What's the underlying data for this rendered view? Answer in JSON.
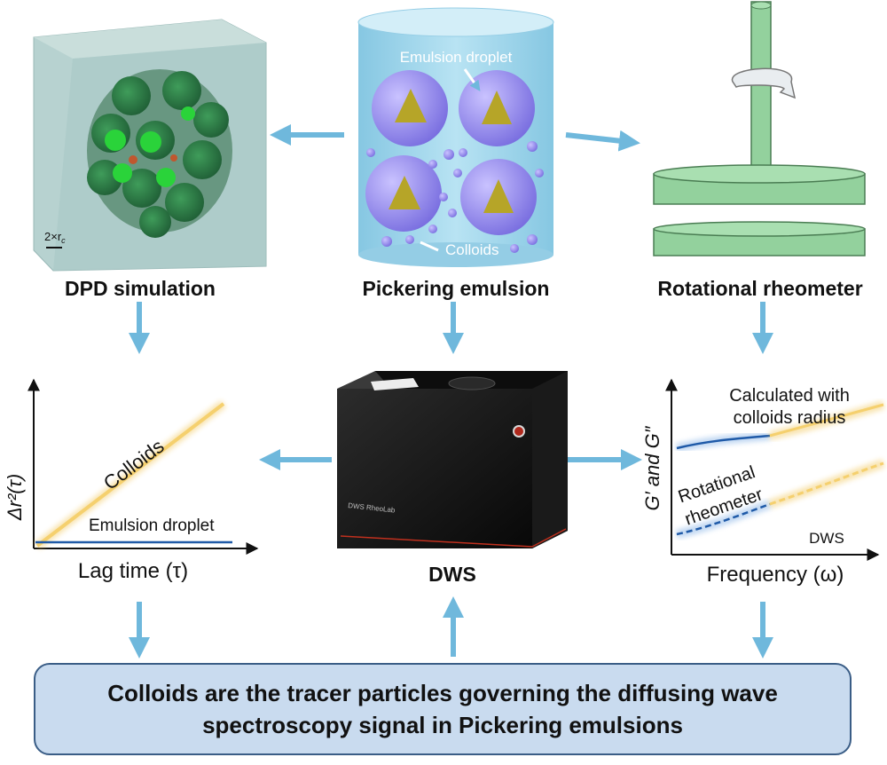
{
  "panels": {
    "dpd": {
      "caption": "DPD simulation",
      "scale_bar": "2×r",
      "scale_sub": "c"
    },
    "emulsion": {
      "caption": "Pickering emulsion",
      "label_droplet": "Emulsion droplet",
      "label_colloids": "Colloids"
    },
    "rheometer": {
      "caption": "Rotational rheometer"
    },
    "msd": {
      "ylabel": "Δr²(τ)",
      "xlabel": "Lag time (τ)",
      "series_colloids": "Colloids",
      "series_droplet": "Emulsion droplet"
    },
    "dws": {
      "caption": "DWS",
      "device_label": "DWS RheoLab"
    },
    "moduli": {
      "ylabel": "G′ and G″",
      "xlabel": "Frequency (ω)",
      "label_calc_1": "Calculated with",
      "label_calc_2": "colloids radius",
      "label_rheo_1": "Rotational",
      "label_rheo_2": "rheometer",
      "label_dws": "DWS"
    }
  },
  "conclusion": {
    "line1": "Colloids are the tracer particles governing the diffusing wave",
    "line2": "spectroscopy signal in Pickering emulsions"
  },
  "colors": {
    "arrow": "#6fb8dc",
    "cylinder": "#a9dbee",
    "colloid": "#8f86e8",
    "core": "#b6a528",
    "rheometer_green": "#93d19d",
    "dws_body": "#1c1c1c",
    "yellow_line": "#f1c453",
    "blue_line": "#1f5aa8",
    "box_fill": "#c9dbef"
  }
}
